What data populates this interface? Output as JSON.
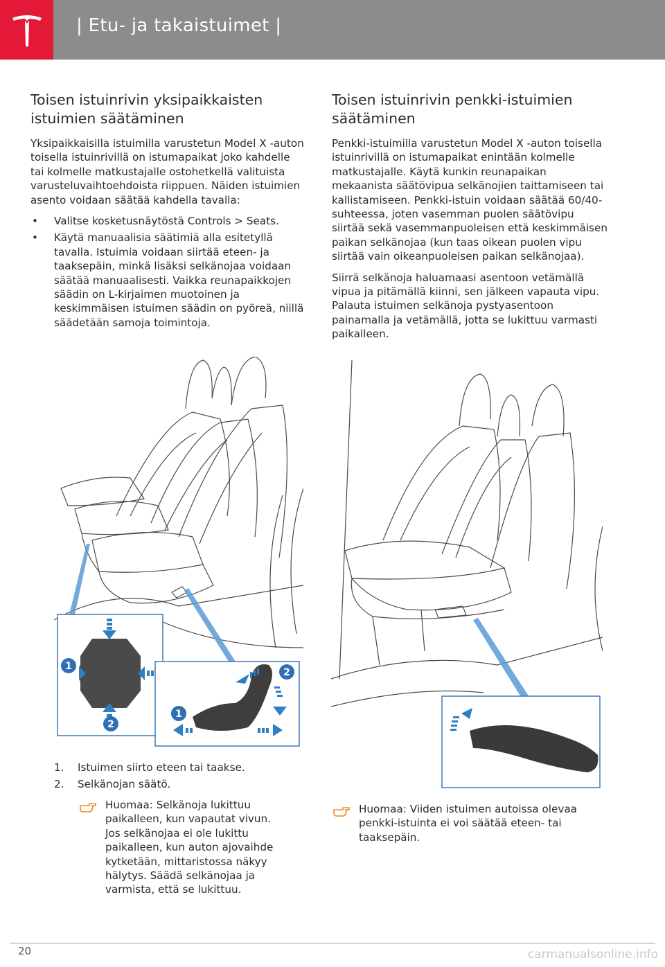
{
  "header": {
    "title": "| Etu- ja takaistuimet |",
    "accent_color": "#e31937",
    "bar_color": "#8c8c8c",
    "logo_icon": "tesla-logo-icon"
  },
  "left": {
    "heading": "Toisen istuinrivin yksipaikkaisten istuimien säätäminen",
    "intro": "Yksipaikkaisilla istuimilla varustetun Model X -auton toisella istuinrivillä on istumapaikat joko kahdelle tai kolmelle matkustajalle ostohetkellä valituista varusteluvaihtoehdoista riippuen. Näiden istuimien asento voidaan säätää kahdella tavalla:",
    "bullets": [
      "Valitse kosketusnäytöstä Controls > Seats.",
      "Käytä manuaalisia säätimiä alla esitetyllä tavalla. Istuimia voidaan siirtää eteen- ja taaksepäin, minkä lisäksi selkänojaa voidaan säätää manuaalisesti. Vaikka reunapaikkojen säädin on L-kirjaimen muotoinen ja keskimmäisen istuimen säädin on pyöreä, niillä säädetään samoja toimintoja."
    ],
    "figure": {
      "callout_1": "1",
      "callout_2": "2"
    },
    "numbered": [
      {
        "n": "1.",
        "text": "Istuimen siirto eteen tai taakse."
      },
      {
        "n": "2.",
        "text": "Selkänojan säätö."
      }
    ],
    "note": "Huomaa: Selkänoja lukittuu paikalleen, kun vapautat vivun. Jos selkänojaa ei ole lukittu paikalleen, kun auton ajovaihde kytketään, mittaristossa näkyy hälytys. Säädä selkänojaa ja varmista, että se lukittuu."
  },
  "right": {
    "heading": "Toisen istuinrivin penkki-istuimien säätäminen",
    "para1": "Penkki-istuimilla varustetun Model X -auton toisella istuinrivillä on istumapaikat enintään kolmelle matkustajalle. Käytä kunkin reunapaikan mekaanista säätövipua selkänojien taittamiseen tai kallistamiseen. Penkki-istuin voidaan säätää 60/40-suhteessa, joten vasemman puolen säätövipu siirtää sekä vasemmanpuoleisen että keskimmäisen paikan selkänojaa (kun taas oikean puolen vipu siirtää vain oikeanpuoleisen paikan selkänojaa).",
    "para2": "Siirrä selkänoja haluamaasi asentoon vetämällä vipua ja pitämällä kiinni, sen jälkeen vapauta vipu. Palauta istuimen selkänoja pystyasentoon painamalla ja vetämällä, jotta se lukittuu varmasti paikalleen.",
    "note": "Huomaa: Viiden istuimen autoissa olevaa penkki-istuinta ei voi säätää eteen- tai taaksepäin."
  },
  "footer": {
    "page_number": "20",
    "watermark": "carmanualsonline.info"
  },
  "colors": {
    "arrow_blue": "#2e7fc4",
    "inset_border": "#3a78b8",
    "callout_blue": "#2f6fb3",
    "note_icon": "#f08a24"
  }
}
